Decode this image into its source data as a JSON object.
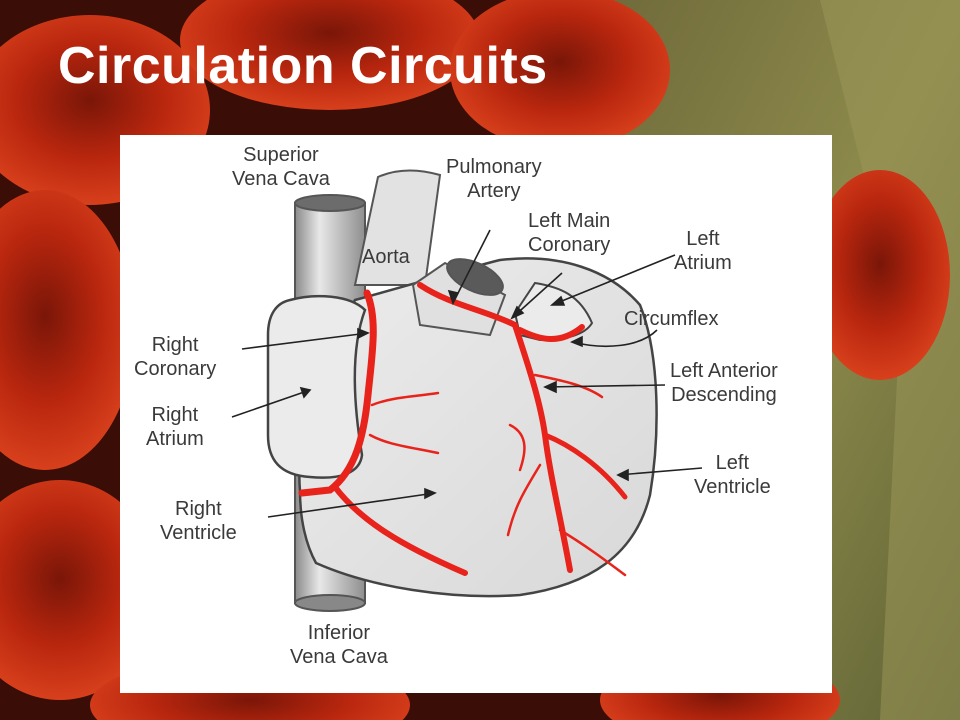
{
  "slide": {
    "title": "Circulation Circuits"
  },
  "diagram": {
    "labels": {
      "superior_vena_cava": [
        "Superior",
        "Vena Cava"
      ],
      "pulmonary_artery": [
        "Pulmonary",
        "Artery"
      ],
      "left_main_coronary": [
        "Left Main",
        "Coronary"
      ],
      "left_atrium": [
        "Left",
        "Atrium"
      ],
      "aorta": "Aorta",
      "circumflex": "Circumflex",
      "left_anterior_descending": [
        "Left Anterior",
        "Descending"
      ],
      "right_coronary": [
        "Right",
        "Coronary"
      ],
      "right_atrium": [
        "Right",
        "Atrium"
      ],
      "left_ventricle": [
        "Left",
        "Ventricle"
      ],
      "right_ventricle": [
        "Right",
        "Ventricle"
      ],
      "inferior_vena_cava": [
        "Inferior",
        "Vena Cava"
      ]
    },
    "colors": {
      "artery": "#e8231b",
      "heart_fill": "#e4e4e4",
      "outline": "#444444",
      "label": "#3a3a3a"
    }
  }
}
